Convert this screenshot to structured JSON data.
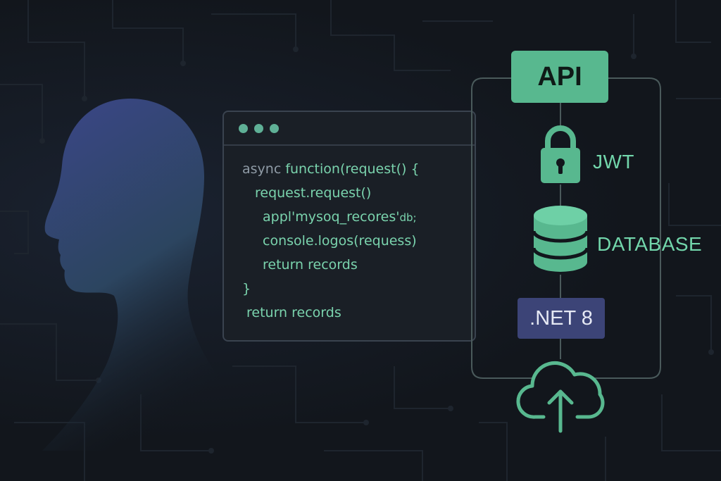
{
  "code_window": {
    "lines": [
      {
        "kw": "async ",
        "rest": "function(request() {",
        "tail": ""
      },
      {
        "kw": "",
        "rest": "request.request()",
        "tail": ""
      },
      {
        "kw": "",
        "rest": "appl'mysoq_recores'",
        "tail": "db;"
      },
      {
        "kw": "",
        "rest": "console.logos(requess)",
        "tail": ""
      },
      {
        "kw": "",
        "rest": "return records",
        "tail": ""
      },
      {
        "kw": "",
        "rest": "}",
        "tail": ""
      },
      {
        "kw": "",
        "rest": "return records",
        "tail": ""
      }
    ]
  },
  "stack": {
    "api_label": "API",
    "jwt_label": "JWT",
    "database_label": "DATABASE",
    "runtime_label": ".NET 8"
  },
  "icons": {
    "person": "person-silhouette-icon",
    "lock": "lock-icon",
    "database": "database-icon",
    "cloud_upload": "cloud-upload-icon"
  },
  "colors": {
    "background": "#12161c",
    "accent_green": "#58b88f",
    "label_green": "#72d6ab",
    "code_green": "#7ad3ad",
    "runtime_blue": "#3c4477"
  }
}
